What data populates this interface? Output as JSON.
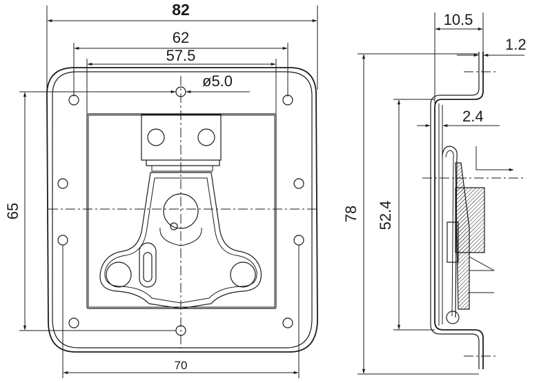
{
  "front_view": {
    "overall_width": "82",
    "outer_hole_spacing": "62",
    "inner_width": "57.5",
    "hole_diameter": "ø5.0",
    "height": "65",
    "bottom_hole_spacing": "70"
  },
  "side_view": {
    "depth": "10.5",
    "thickness": "1.2",
    "offset": "2.4",
    "overall_height": "78",
    "inner_height": "52.4"
  },
  "colors": {
    "ink": "#1a1a1a",
    "background": "#ffffff"
  }
}
